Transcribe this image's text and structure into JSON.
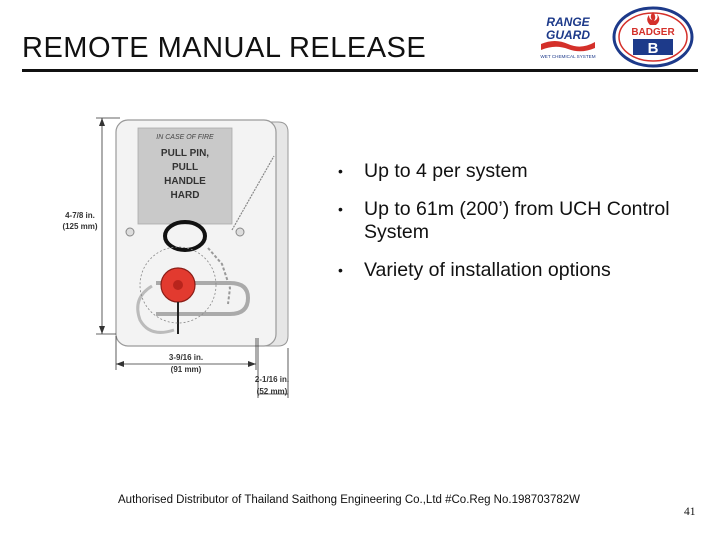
{
  "slide": {
    "title": "REMOTE MANUAL RELEASE",
    "bullets": [
      "Up to 4 per system",
      "Up to 61m (200’) from UCH Control System",
      "Variety of installation options"
    ],
    "footer": "Authorised Distributor of Thailand Saithong Engineering Co.,Ltd #Co.Reg No.198703782W",
    "page_number": "41"
  },
  "logos": {
    "range_guard": {
      "line1": "RANGE",
      "line2": "GUARD",
      "tagline": "WET CHEMICAL SYSTEM"
    },
    "badger": {
      "text": "BADGER",
      "letter": "B"
    }
  },
  "device": {
    "label_header": "IN CASE OF FIRE",
    "label_lines": [
      "PULL PIN,",
      "PULL",
      "HANDLE",
      "HARD"
    ],
    "dim_height": [
      "4-7/8 in.",
      "(125 mm)"
    ],
    "dim_width": [
      "3-9/16 in.",
      "(91 mm)"
    ],
    "dim_depth": [
      "2-1/16 in.",
      "(52 mm)"
    ]
  },
  "colors": {
    "navy": "#1d3a8a",
    "red": "#d4302a",
    "handle_red": "#e23a2f"
  }
}
